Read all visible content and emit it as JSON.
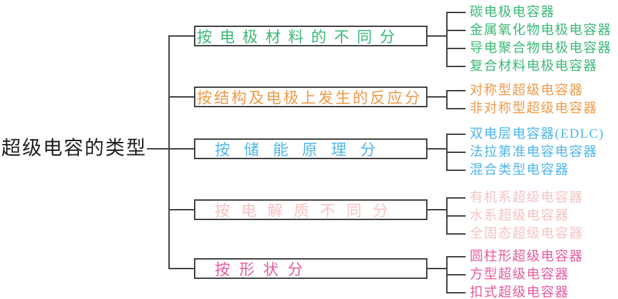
{
  "page": {
    "background": "#ffffff",
    "line_color": "#3f3f3f"
  },
  "root": {
    "label": "超级电容的类型",
    "color": "#1f1f1f"
  },
  "tree": {
    "branches": [
      {
        "label": "按电极材料的不同分",
        "color": "#3db878",
        "leaves": [
          "碳电极电容器",
          "金属氧化物电极电容器",
          "导电聚合物电极电容器",
          "复合材料电极电容器"
        ]
      },
      {
        "label": "按结构及电极上发生的反应分",
        "color": "#f09a48",
        "leaves": [
          "对称型超级电容器",
          "非对称型超级电容器"
        ]
      },
      {
        "label": "按储能原理分",
        "color": "#4fb6ea",
        "leaves": [
          "双电层电容器(EDLC)",
          "法拉第准电容电容器",
          "混合类型电容器"
        ]
      },
      {
        "label": "按电解质不同分",
        "color": "#f6c3c3",
        "leaves": [
          "有机系超级电容器",
          "水系超级电容器",
          "全固态超级电容器"
        ]
      },
      {
        "label": "按形状分",
        "color": "#e85a9f",
        "leaves": [
          "圆柱形超级电容器",
          "方型超级电容器",
          "扣式超级电容器"
        ]
      }
    ]
  }
}
